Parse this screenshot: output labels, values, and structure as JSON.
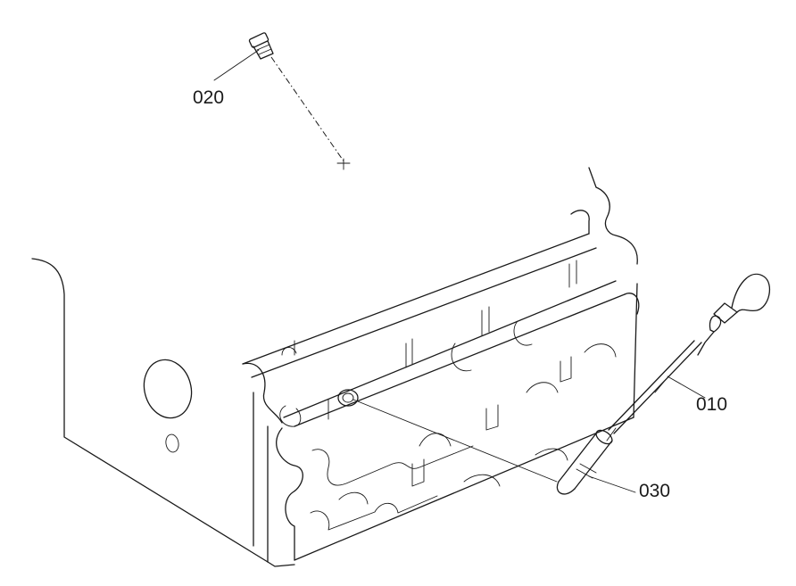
{
  "diagram": {
    "parts": [
      {
        "number": "020",
        "name": "plug"
      },
      {
        "number": "010",
        "name": "dipstick"
      },
      {
        "number": "030",
        "name": "dipstick guide"
      }
    ]
  }
}
